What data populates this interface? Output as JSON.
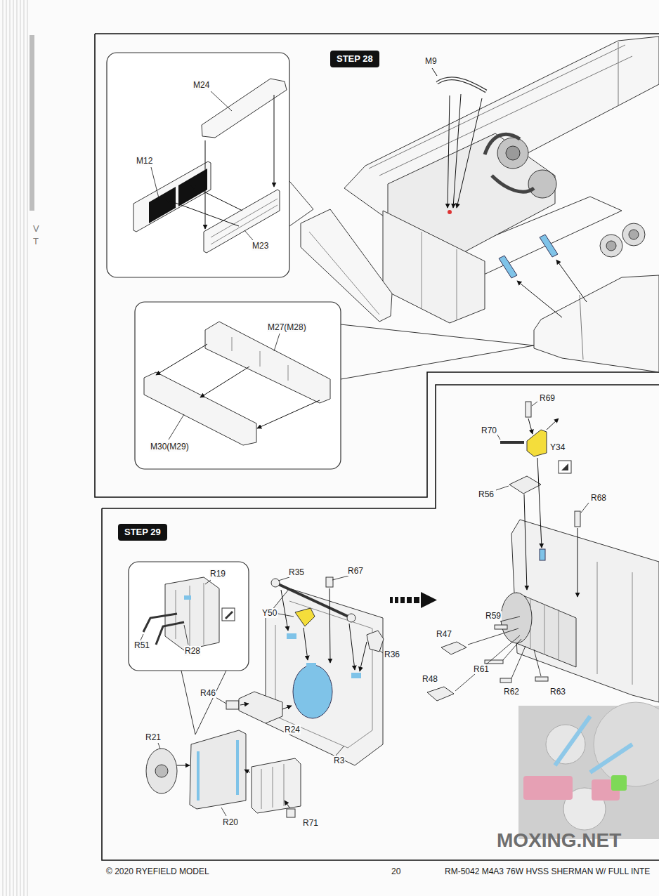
{
  "diagram": {
    "nodes": [
      {
        "text": [
          "STEP 28"
        ]
      },
      {
        "text": [
          "STEP 29"
        ]
      }
    ],
    "labels": [
      "M9",
      "M24",
      "M12",
      "M23",
      "M27(M28)",
      "M30(M29)",
      "R69",
      "R70",
      "Y34",
      "R56",
      "R68",
      "R19",
      "R51",
      "R28",
      "R35",
      "R67",
      "Y50",
      "R36",
      "R46",
      "R24",
      "R21",
      "R3",
      "R20",
      "R71",
      "R59",
      "R47",
      "R48",
      "R61",
      "R62",
      "R63",
      "© 2020 RYEFIELD MODEL",
      "20",
      "RM-5042 M4A3 76W HVSS SHERMAN W/ FULL INTE",
      "MOXING.NET",
      "V",
      "T"
    ]
  }
}
